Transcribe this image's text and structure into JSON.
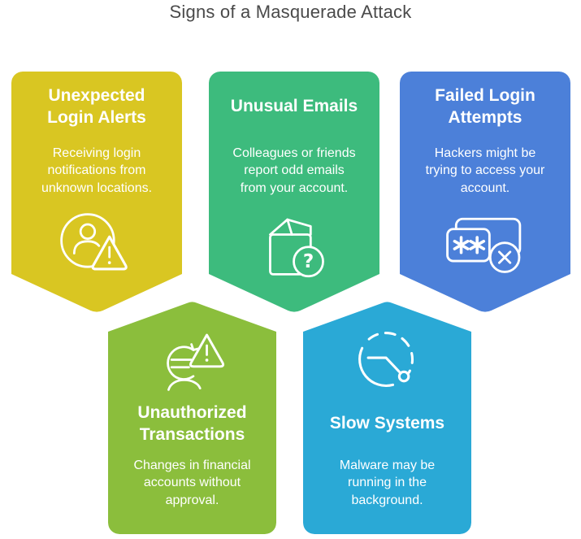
{
  "page": {
    "title": "Signs of a Masquerade Attack",
    "title_color": "#4a4a4a",
    "background": "#ffffff"
  },
  "cards": [
    {
      "id": "unexpected-login-alerts",
      "title": "Unexpected Login Alerts",
      "description": "Receiving login notifications from unknown locations.",
      "color": "#d9c622",
      "icon": "user-alert-icon",
      "shape": "banner-point-down"
    },
    {
      "id": "unusual-emails",
      "title": "Unusual Emails",
      "description": "Colleagues or friends report odd emails from your account.",
      "color": "#3dbb7d",
      "icon": "package-question-icon",
      "shape": "banner-point-down"
    },
    {
      "id": "failed-login-attempts",
      "title": "Failed Login Attempts",
      "description": "Hackers might be trying to access your account.",
      "color": "#4c80d9",
      "icon": "password-error-icon",
      "shape": "banner-point-down"
    },
    {
      "id": "unauthorized-transactions",
      "title": "Unauthorized Transactions",
      "description": "Changes in financial accounts without approval.",
      "color": "#8bbe3c",
      "icon": "euro-alert-icon",
      "shape": "pentagon-point-up"
    },
    {
      "id": "slow-systems",
      "title": "Slow Systems",
      "description": "Malware may be running in the background.",
      "color": "#2aa9d6",
      "icon": "clock-slow-icon",
      "shape": "pentagon-point-up"
    }
  ]
}
